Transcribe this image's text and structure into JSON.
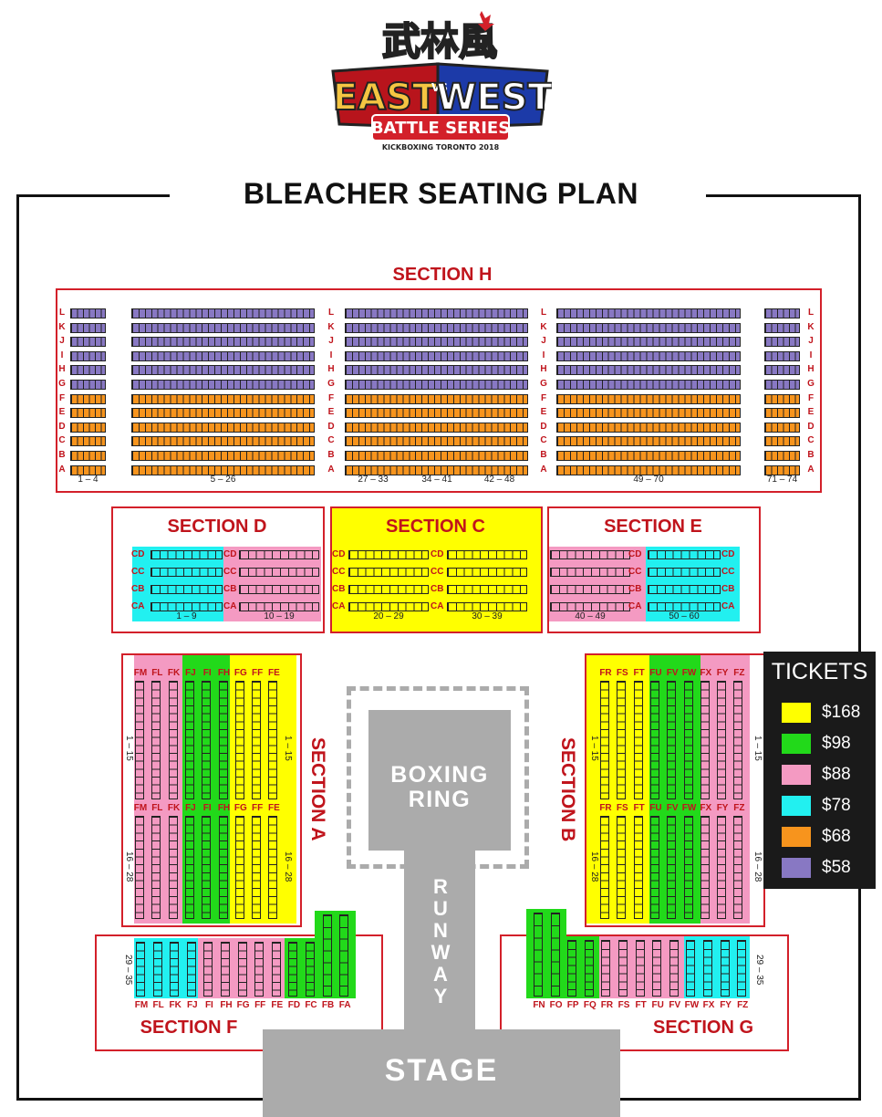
{
  "logo": {
    "chinese": "武林風",
    "east": "EAST",
    "vs": "VS",
    "west": "WEST",
    "battle": "BATTLE SERIES",
    "sub": "KICKBOXING TORONTO 2018"
  },
  "title": "BLEACHER SEATING PLAN",
  "colors": {
    "yellow": "#ffff00",
    "green": "#22d91a",
    "pink": "#f49ac2",
    "cyan": "#22f0f0",
    "orange": "#f7941d",
    "purple": "#8878c3",
    "red": "#d3202a",
    "gray": "#ababab"
  },
  "section_h": {
    "title": "SECTION H",
    "rows": [
      "L",
      "K",
      "J",
      "I",
      "H",
      "G",
      "F",
      "E",
      "D",
      "C",
      "B",
      "A"
    ],
    "ranges": [
      "1 – 4",
      "5 – 26",
      "27 – 33",
      "34 – 41",
      "42 – 48",
      "49 – 70",
      "71 – 74"
    ]
  },
  "section_d": {
    "title": "SECTION D",
    "rows": [
      "CD",
      "CC",
      "CB",
      "CA"
    ],
    "ranges": [
      "1 – 9",
      "10 – 19"
    ]
  },
  "section_c": {
    "title": "SECTION C",
    "rows": [
      "CD",
      "CC",
      "CB",
      "CA"
    ],
    "ranges": [
      "20 – 29",
      "30 – 39"
    ]
  },
  "section_e": {
    "title": "SECTION E",
    "rows": [
      "CD",
      "CC",
      "CB",
      "CA"
    ],
    "ranges": [
      "40 – 49",
      "50 – 60"
    ]
  },
  "section_a": {
    "title": "SECTION A",
    "cols": [
      "FM",
      "FL",
      "FK",
      "FJ",
      "FI",
      "FH",
      "FG",
      "FF",
      "FE"
    ],
    "range1": "1 – 15",
    "range2": "16 – 28"
  },
  "section_b": {
    "title": "SECTION B",
    "cols": [
      "FR",
      "FS",
      "FT",
      "FU",
      "FV",
      "FW",
      "FX",
      "FY",
      "FZ"
    ],
    "range1": "1 – 15",
    "range2": "16 – 28"
  },
  "section_f": {
    "title": "SECTION F",
    "cols": [
      "FM",
      "FL",
      "FK",
      "FJ",
      "FI",
      "FH",
      "FG",
      "FF",
      "FE",
      "FD",
      "FC",
      "FB",
      "FA"
    ],
    "range": "29 – 35"
  },
  "section_g": {
    "title": "SECTION G",
    "cols": [
      "FN",
      "FO",
      "FP",
      "FQ",
      "FR",
      "FS",
      "FT",
      "FU",
      "FV",
      "FW",
      "FX",
      "FY",
      "FZ"
    ],
    "range": "29 – 35"
  },
  "ring": {
    "line1": "BOXING",
    "line2": "RING"
  },
  "runway": [
    "R",
    "U",
    "N",
    "W",
    "A",
    "Y"
  ],
  "stage": "STAGE",
  "legend": {
    "title": "TICKETS",
    "items": [
      {
        "price": "$168",
        "color": "#ffff00"
      },
      {
        "price": "$98",
        "color": "#22d91a"
      },
      {
        "price": "$88",
        "color": "#f49ac2"
      },
      {
        "price": "$78",
        "color": "#22f0f0"
      },
      {
        "price": "$68",
        "color": "#f7941d"
      },
      {
        "price": "$58",
        "color": "#8878c3"
      }
    ]
  }
}
